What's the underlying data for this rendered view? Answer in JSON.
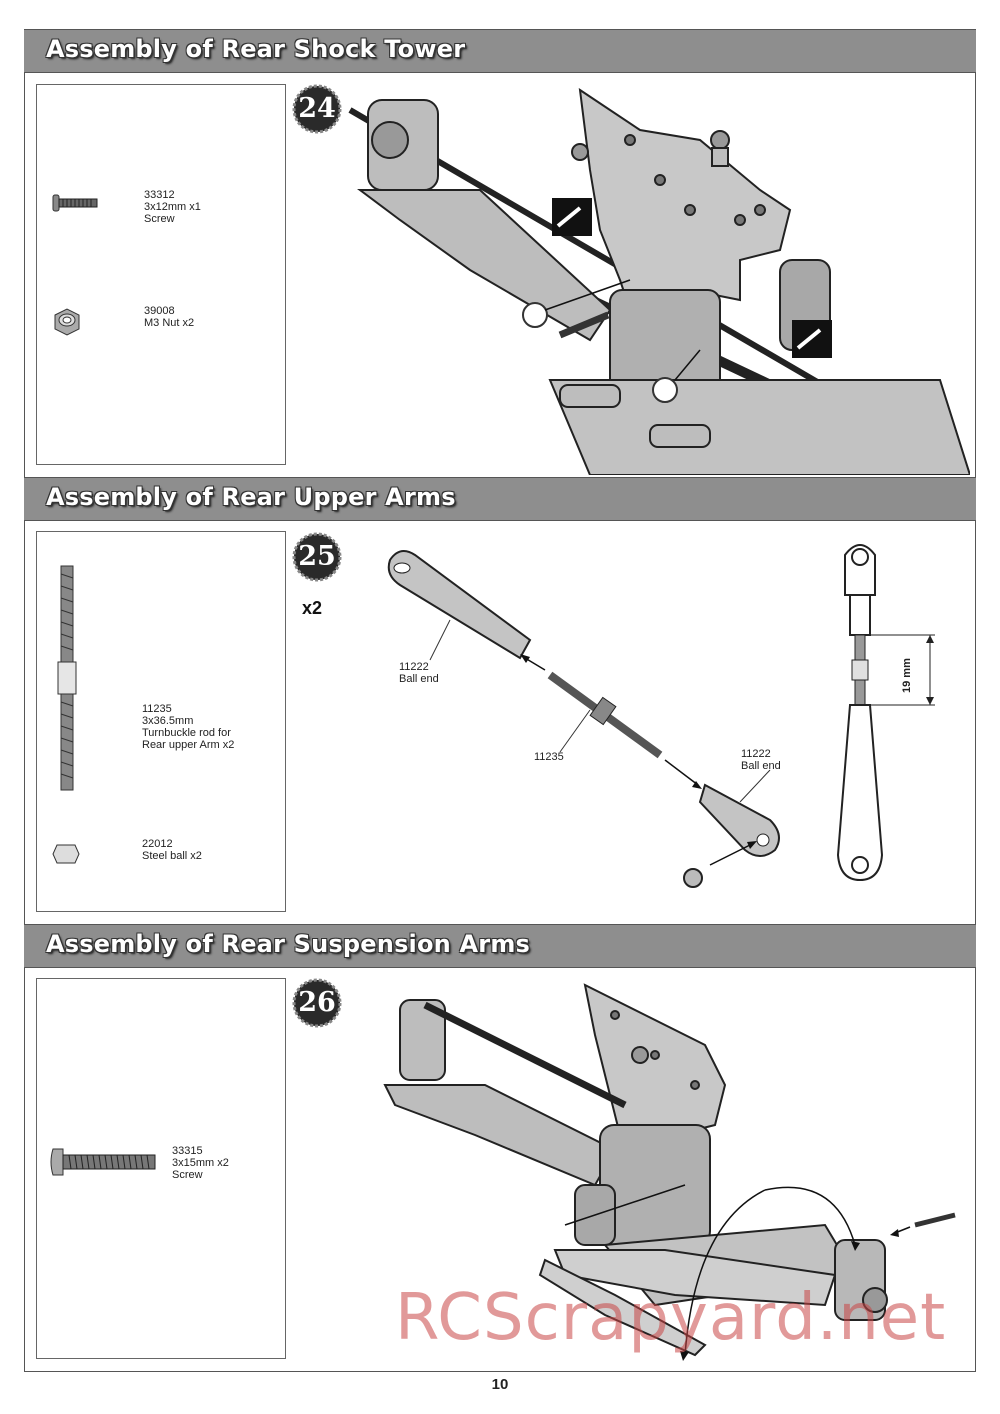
{
  "sections": [
    {
      "title": "Assembly of Rear Shock Tower",
      "step": "24",
      "parts": [
        {
          "label": "33312\n3x12mm x1\nScrew",
          "icon": "screw-icon"
        },
        {
          "label": "39008\nM3 Nut x2",
          "icon": "nut-icon"
        }
      ]
    },
    {
      "title": "Assembly of Rear Upper Arms",
      "step": "25",
      "quantity": "x2",
      "parts": [
        {
          "label": "11235\n3x36.5mm\nTurnbuckle rod for\nRear upper Arm x2",
          "icon": "turnbuckle-rod-icon"
        },
        {
          "label": "22012\nSteel ball x2",
          "icon": "steel-ball-icon"
        }
      ],
      "callouts": {
        "ball_end_top": "11222\nBall end",
        "rod": "11235",
        "ball_end_bottom": "11222\nBall end",
        "dimension": "19 mm"
      }
    },
    {
      "title": "Assembly of Rear Suspension Arms",
      "step": "26",
      "parts": [
        {
          "label": "33315\n3x15mm x2\nScrew",
          "icon": "screw-icon"
        }
      ]
    }
  ],
  "watermark": "RCScrapyard.net",
  "page_number": "10"
}
